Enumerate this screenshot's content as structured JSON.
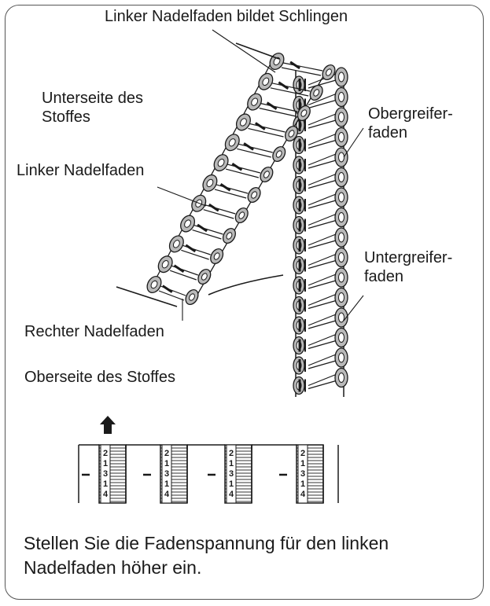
{
  "labels": {
    "top": "Linker Nadelfaden bildet Schlingen",
    "underside_line1": "Unterseite des",
    "underside_line2": "Stoffes",
    "left_needle": "Linker Nadelfaden",
    "upper_looper_line1": "Obergreifer-",
    "upper_looper_line2": "faden",
    "lower_looper_line1": "Untergreifer-",
    "lower_looper_line2": "faden",
    "right_needle": "Rechter Nadelfaden",
    "topside": "Oberseite des Stoffes"
  },
  "dials": [
    {
      "numbers": [
        "2",
        "1",
        "3",
        "1",
        "4"
      ],
      "highlighted": true
    },
    {
      "numbers": [
        "2",
        "1",
        "3",
        "1",
        "4"
      ],
      "highlighted": false
    },
    {
      "numbers": [
        "2",
        "1",
        "3",
        "1",
        "4"
      ],
      "highlighted": false
    },
    {
      "numbers": [
        "2",
        "1",
        "3",
        "1",
        "4"
      ],
      "highlighted": false
    }
  ],
  "instruction": {
    "line1": "Stellen Sie die Fadenspannung für den linken",
    "line2": "Nadelfaden höher ein."
  },
  "colors": {
    "thread_fill": "#b9b9b9",
    "outline": "#1a1a1a",
    "frame": "#555555"
  },
  "icons": [
    "up-arrow-icon"
  ]
}
